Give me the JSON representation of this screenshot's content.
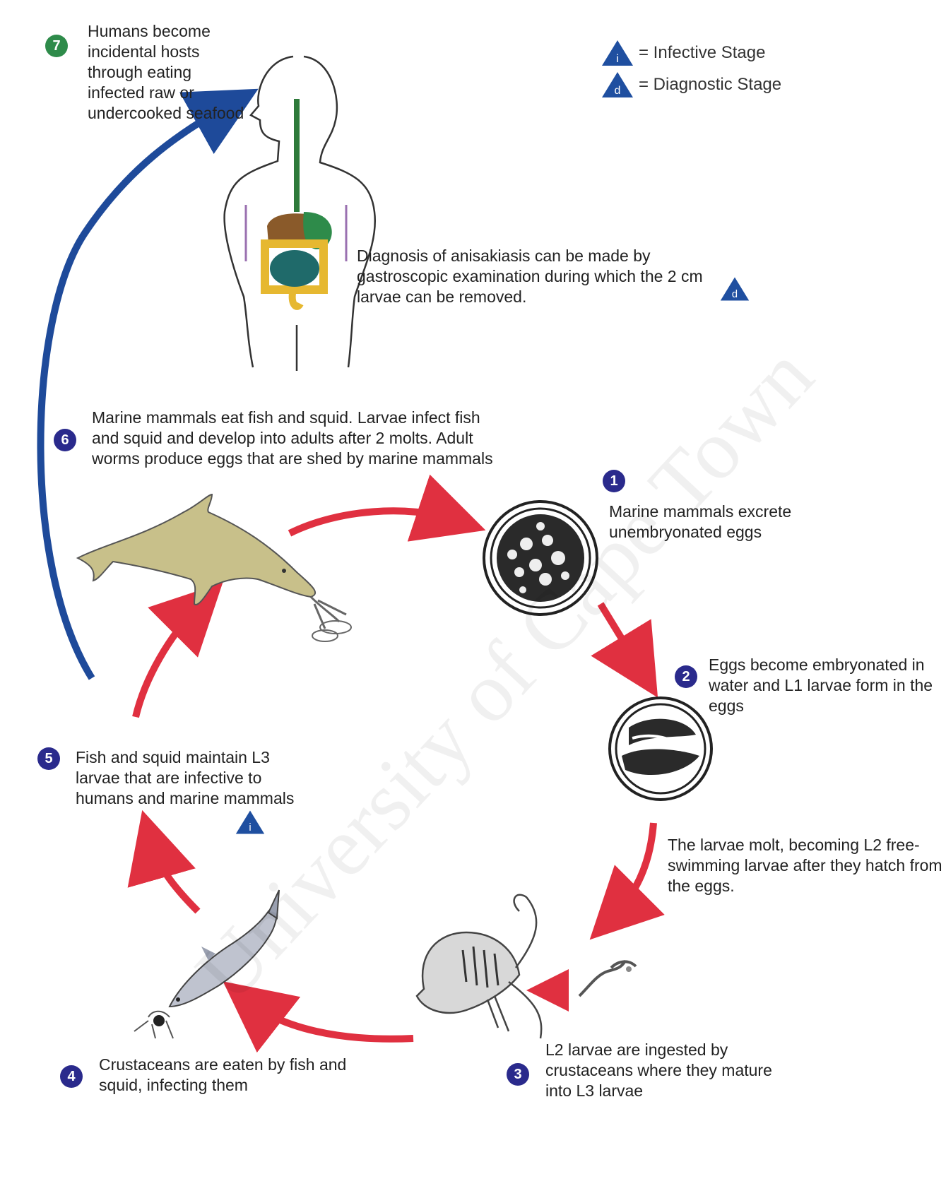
{
  "legend": {
    "infective_letter": "i",
    "infective_label": "= Infective Stage",
    "diagnostic_letter": "d",
    "diagnostic_label": "= Diagnostic Stage"
  },
  "steps": [
    {
      "number": "1",
      "text": "Marine mammals excrete unembryonated eggs"
    },
    {
      "number": "2",
      "text": "Eggs become embryonated in water and L1 larvae form in the eggs"
    },
    {
      "number": "3",
      "text": "L2 larvae are ingested by crustaceans where they mature into L3 larvae"
    },
    {
      "number": "4",
      "text": "Crustaceans are eaten by fish and squid, infecting them"
    },
    {
      "number": "5",
      "text": "Fish and squid maintain L3 larvae that are infective to humans and marine mammals"
    },
    {
      "number": "6",
      "text": "Marine mammals eat fish and squid. Larvae infect fish and squid and develop into adults after 2 molts. Adult worms produce eggs that are shed by marine mammals"
    },
    {
      "number": "7",
      "text": "Humans become incidental hosts through eating infected raw or undercooked seafood"
    }
  ],
  "notes": {
    "diagnosis": "Diagnosis of anisakiasis can be made by gastroscopic examination during which the 2 cm larvae can be removed.",
    "molt": "The larvae molt, becoming L2 free-swimming larvae after they hatch from the eggs."
  },
  "watermark": "University of Cape Town",
  "colors": {
    "cycle_arrow": "#e03040",
    "human_arrow": "#1e4a9a",
    "step_badge": "#2a2a8c",
    "human_badge": "#2e8b4a",
    "legend_triangle": "#1f4fa0"
  }
}
